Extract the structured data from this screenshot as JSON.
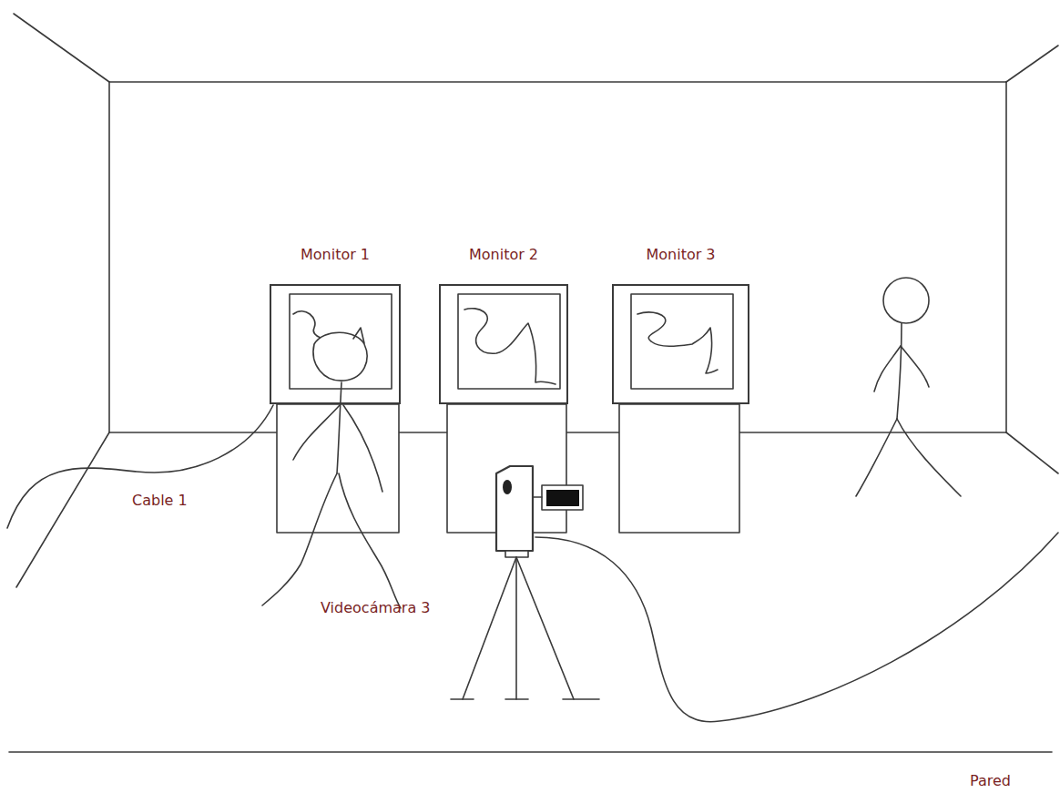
{
  "diagram": {
    "nodes": [
      {
        "text": [
          "Monitor 1"
        ]
      },
      {
        "text": [
          "Monitor 2"
        ]
      },
      {
        "text": [
          "Monitor 3"
        ]
      }
    ],
    "labels": [
      "Cable 1",
      "Videocámara 3",
      "Pared"
    ]
  }
}
